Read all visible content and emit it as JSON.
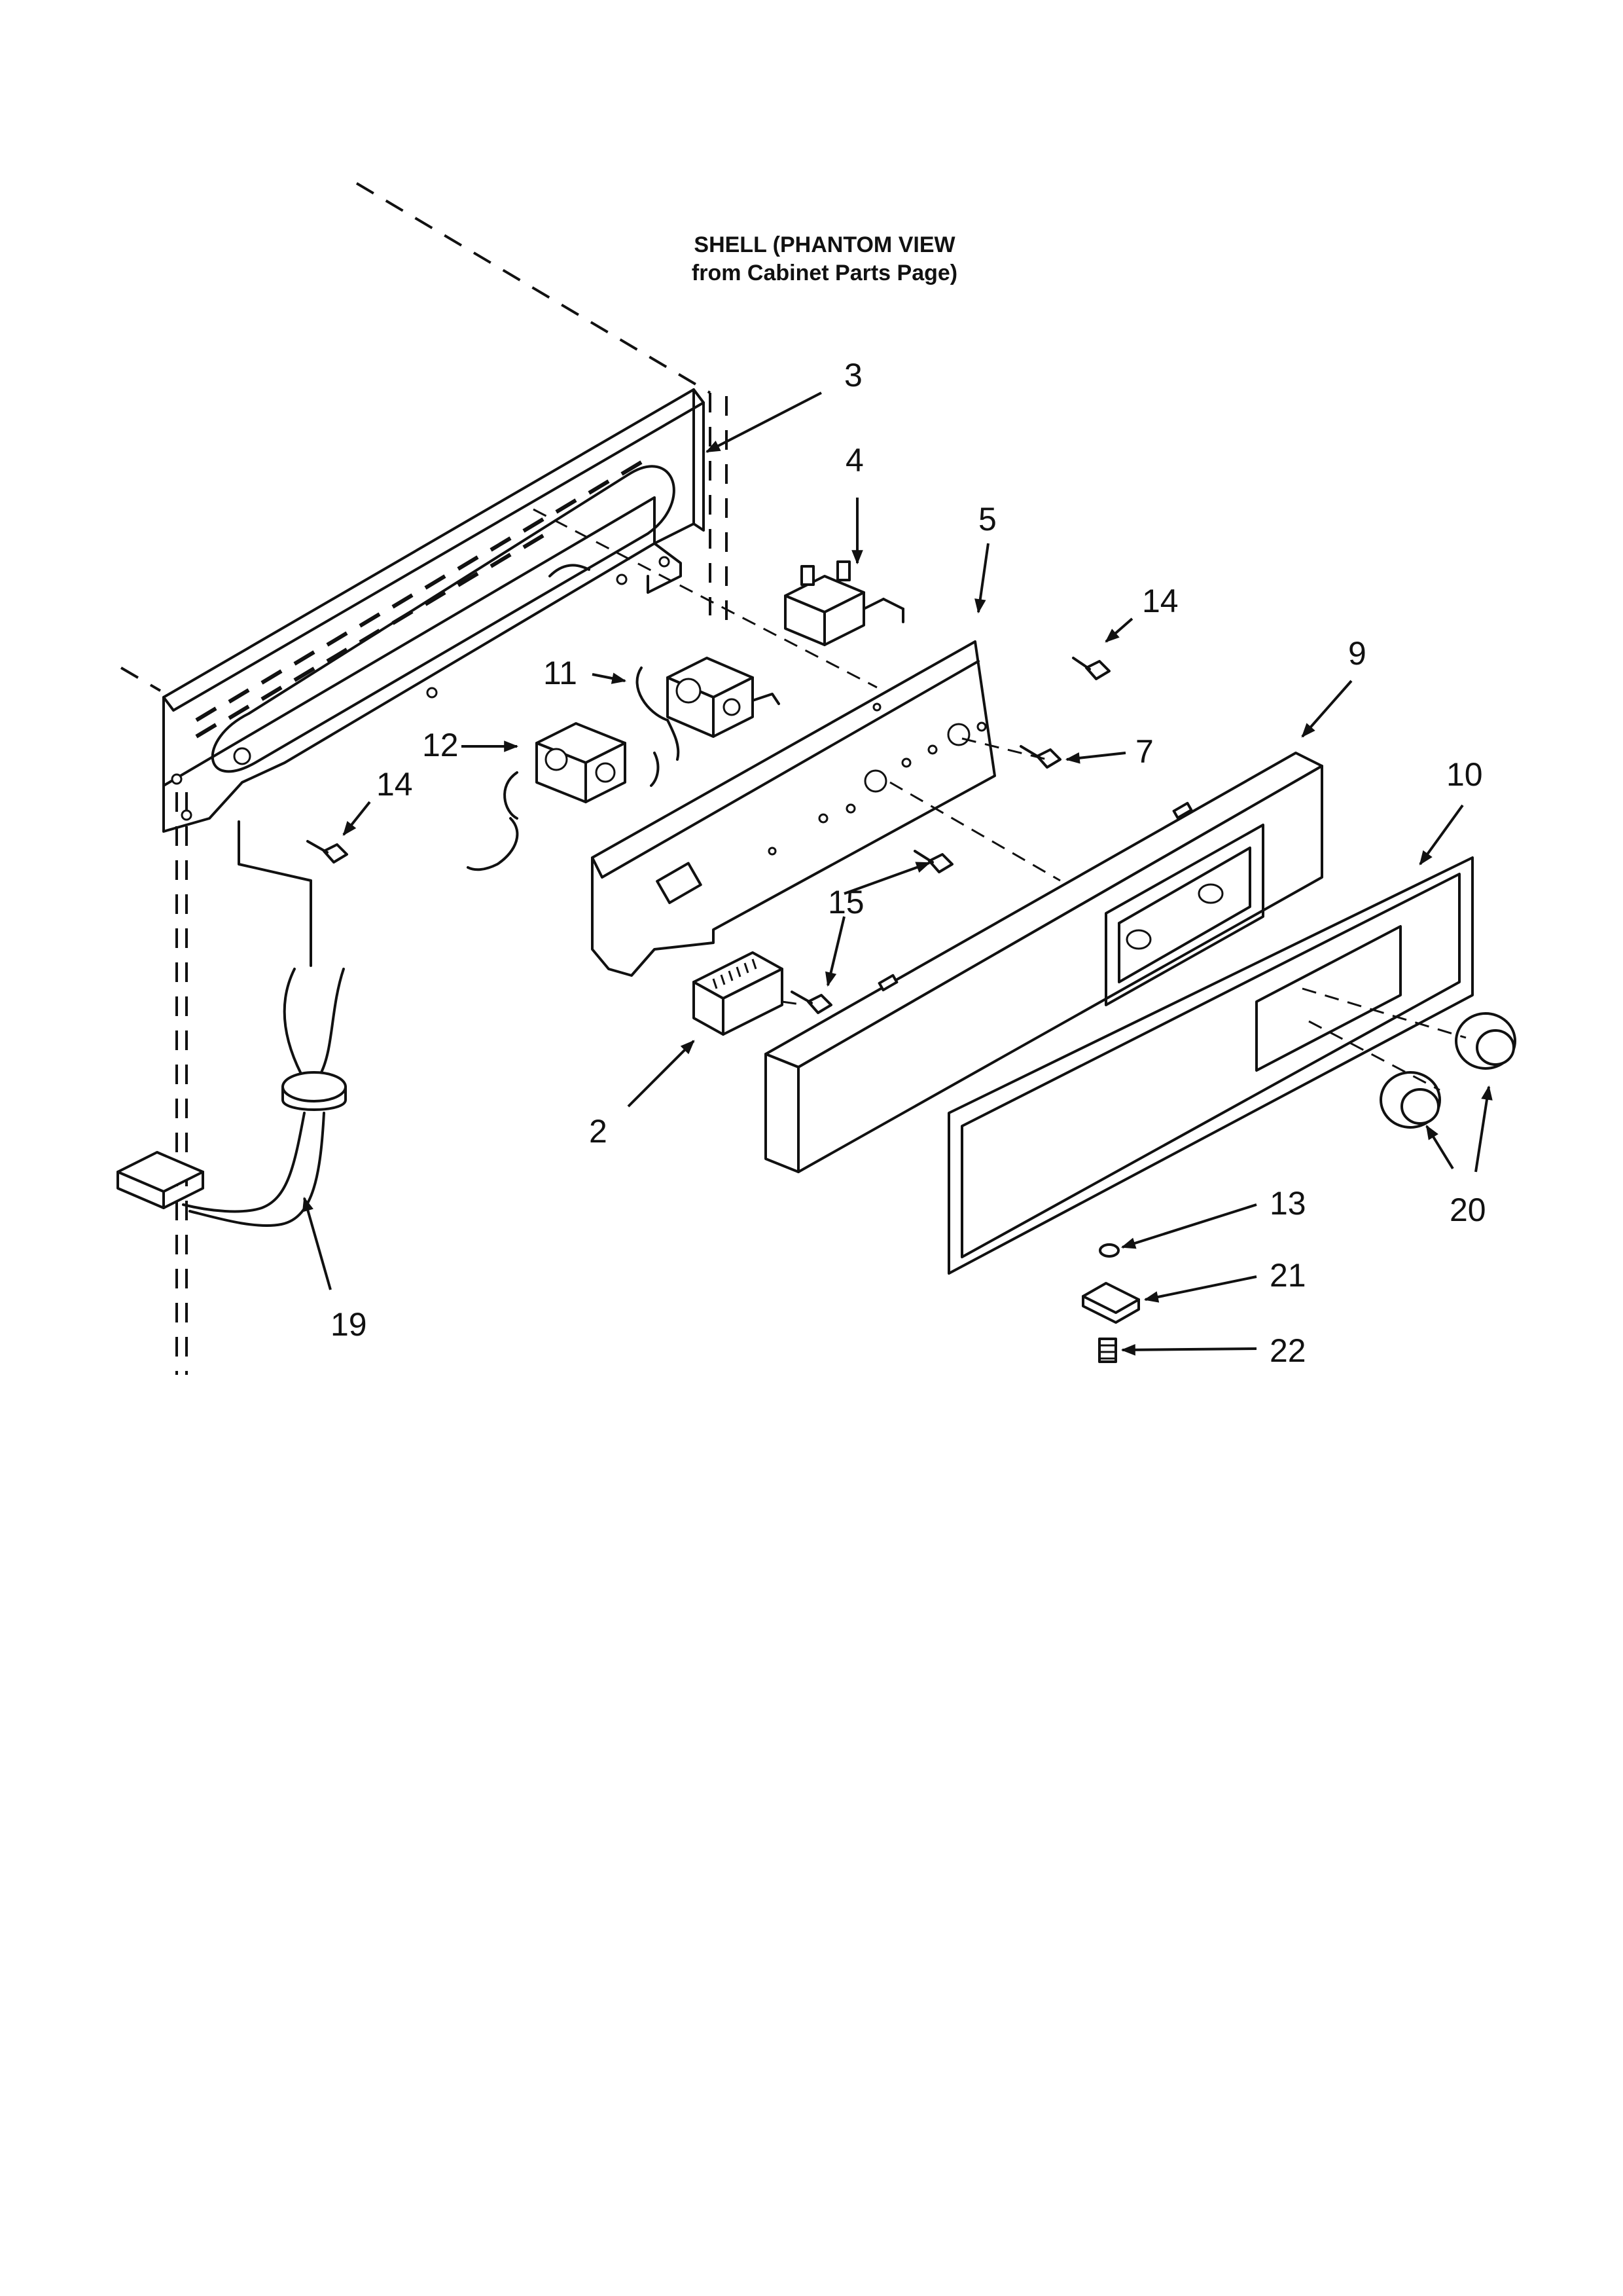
{
  "caption": {
    "line1": "SHELL (PHANTOM VIEW",
    "line2": "from Cabinet Parts Page)"
  },
  "callouts": {
    "c2": "2",
    "c3": "3",
    "c4": "4",
    "c5": "5",
    "c7": "7",
    "c9": "9",
    "c10": "10",
    "c11": "11",
    "c12": "12",
    "c13": "13",
    "c14a": "14",
    "c14b": "14",
    "c15": "15",
    "c19": "19",
    "c20": "20",
    "c21": "21",
    "c22": "22"
  }
}
